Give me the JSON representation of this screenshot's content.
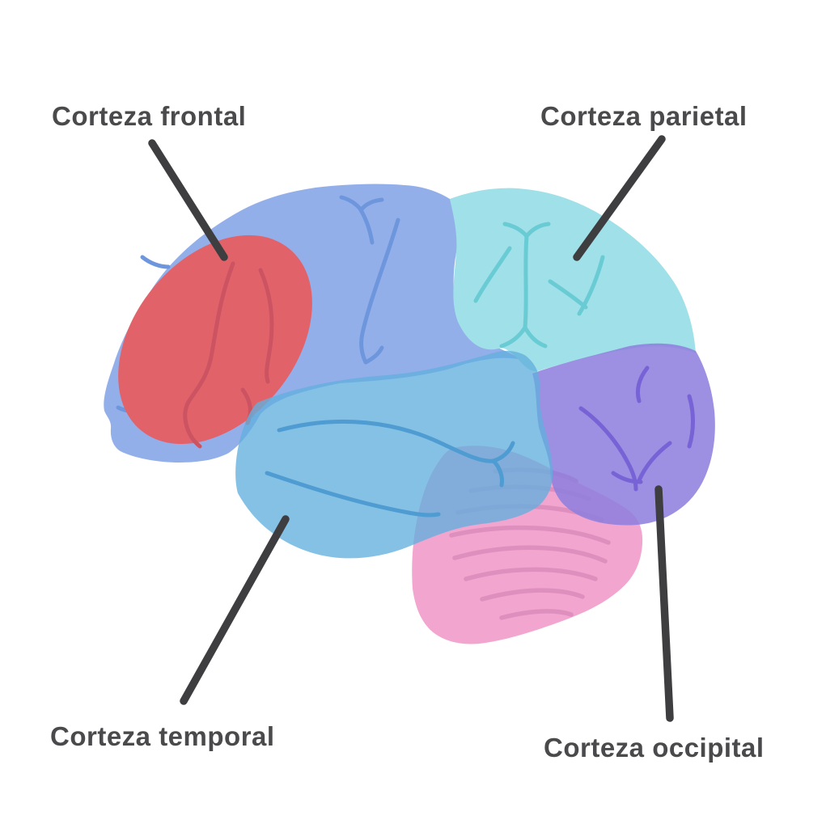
{
  "diagram": {
    "background": "#FFFFFF",
    "regions": {
      "frontal": {
        "label": "Corteza frontal",
        "fill": "#93AFEA",
        "sulci": "#6E96DC",
        "opacity": "1"
      },
      "highlight": {
        "fill": "#E2626A",
        "sulci": "#CB5362"
      },
      "parietal": {
        "label": "Corteza parietal",
        "fill": "#A0E0E8",
        "sulci": "#69CBD4",
        "opacity": "1"
      },
      "occipital": {
        "label": "Corteza occipital",
        "fill": "#8F80DE",
        "sulci": "#7763D6",
        "opacity": "0.88"
      },
      "temporal": {
        "label": "Corteza temporal",
        "fill": "#63B0DE",
        "sulci": "#4E9CD2",
        "opacity": "0.78"
      },
      "cerebellum": {
        "fill": "#F2A5CE",
        "ridges": "#DE8FBE"
      }
    },
    "annotation": {
      "line_color": "#3E3E41",
      "text_color": "#4A4A4C"
    }
  }
}
